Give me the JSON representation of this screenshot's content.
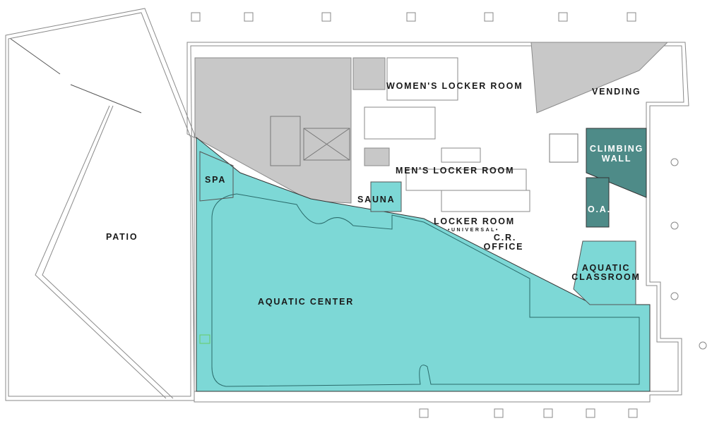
{
  "colors": {
    "aquatic": "#7dd8d6",
    "climbing": "#4e8b88",
    "service": "#c8c8c8",
    "wall": "#8a8a8a"
  },
  "rooms": {
    "womens_locker": "WOMEN'S LOCKER ROOM",
    "vending": "VENDING",
    "climbing_wall_1": "CLIMBING",
    "climbing_wall_2": "WALL",
    "mens_locker": "MEN'S LOCKER ROOM",
    "spa": "SPA",
    "sauna": "SAUNA",
    "oa": "O.A.",
    "locker_universal": "LOCKER ROOM",
    "universal": "•UNIVERSAL•",
    "cr_office_1": "C.R.",
    "cr_office_2": "OFFICE",
    "patio": "PATIO",
    "aquatic_center": "AQUATIC CENTER",
    "aquatic_classroom_1": "AQUATIC",
    "aquatic_classroom_2": "CLASSROOM"
  }
}
